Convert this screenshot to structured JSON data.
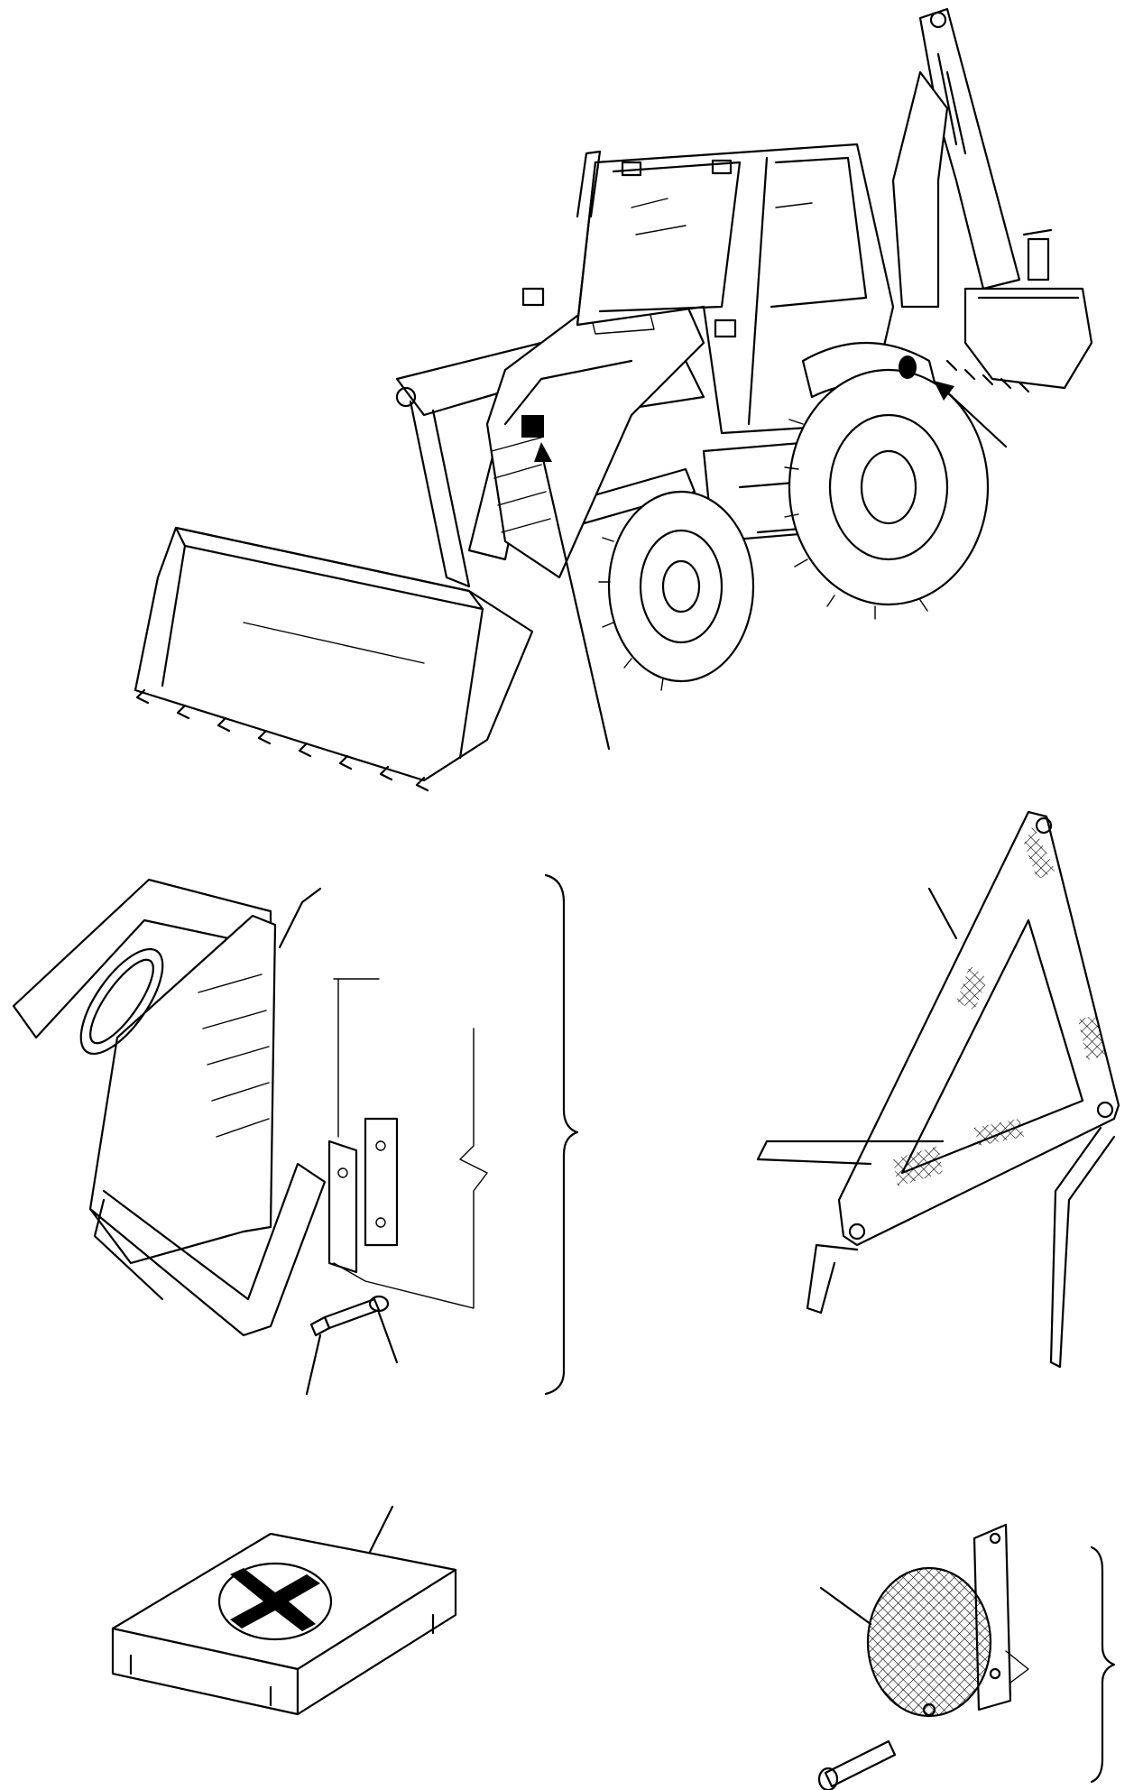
{
  "figure": {
    "parts": [
      {
        "id": "backhoe-loader",
        "icon": "backhoe-loader-illustration"
      },
      {
        "id": "triangle-bracket",
        "icon": "bracket-illustration"
      },
      {
        "id": "warning-triangle",
        "icon": "warning-triangle-illustration"
      },
      {
        "id": "first-aid-kit",
        "icon": "first-aid-kit-illustration"
      },
      {
        "id": "rear-reflector",
        "icon": "reflector-illustration"
      }
    ],
    "markers": [
      {
        "id": "front-location-marker",
        "shape": "square",
        "color": "#000000"
      },
      {
        "id": "rear-location-marker",
        "shape": "oval",
        "color": "#000000"
      }
    ],
    "line_color": "#000000",
    "background": "#ffffff"
  }
}
